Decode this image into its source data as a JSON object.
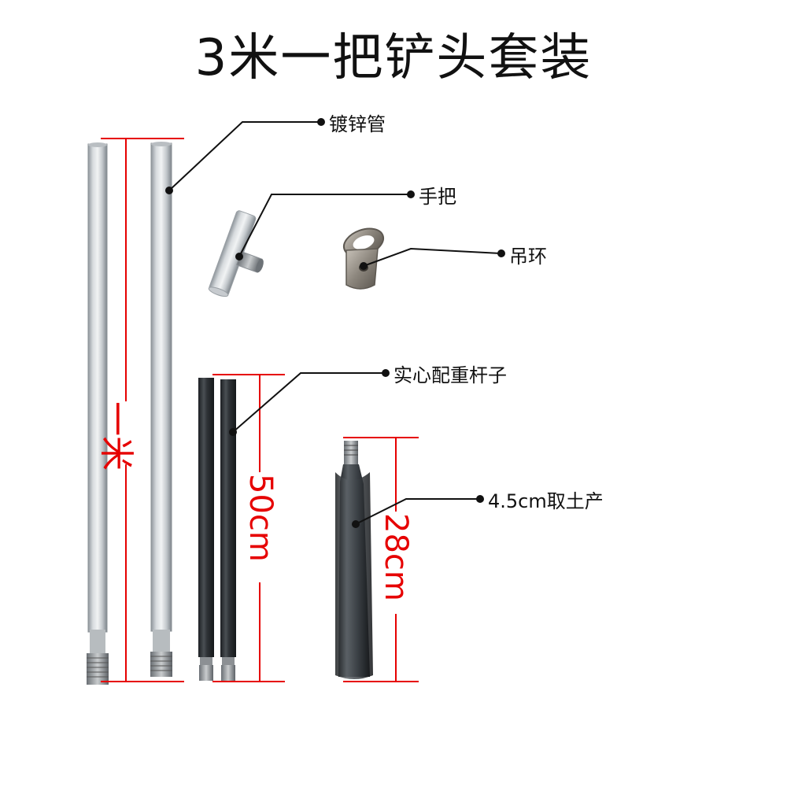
{
  "title": "3米一把铲头套装",
  "labels": {
    "galvanized_pipe": "镀锌管",
    "handle": "手把",
    "lifting_ring": "吊环",
    "solid_weight_rod": "实心配重杆子",
    "shovel_head": "4.5cm取土产"
  },
  "dimensions": {
    "pipe_length": "一米",
    "rod_length": "50cm",
    "head_length": "28cm"
  },
  "colors": {
    "dimension": "#e60000",
    "leader": "#111111"
  }
}
